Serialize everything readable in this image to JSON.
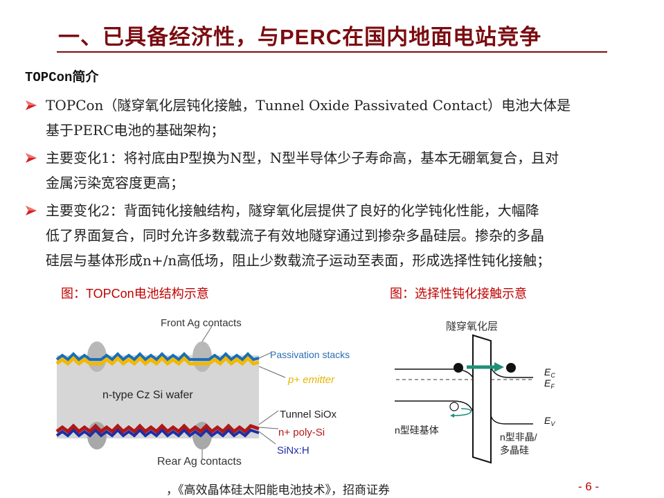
{
  "header": {
    "title": "一、已具备经济性，与PERC在国内地面电站竞争"
  },
  "section": {
    "heading": "TOPCon简介",
    "bullets": [
      {
        "line1": "TOPCon（隧穿氧化层钝化接触，Tunnel Oxide Passivated Contact）电池大体是",
        "line2": "基于PERC电池的基础架构；"
      },
      {
        "line1": "主要变化1：将衬底由P型换为N型，N型半导体少子寿命高，基本无硼氧复合，且对",
        "line2": "金属污染宽容度更高；"
      },
      {
        "line1": "主要变化2：背面钝化接触结构，隧穿氧化层提供了良好的化学钝化性能，大幅降",
        "line2": "低了界面复合，同时允许多数载流子有效地隧穿通过到掺杂多晶硅层。掺杂的多晶",
        "line3": "硅层与基体形成n+/n高低场，阻止少数载流子运动至表面，形成选择性钝化接触；"
      }
    ]
  },
  "figures": {
    "left": {
      "caption": "图：TOPCon电池结构示意",
      "labels": {
        "front_contacts": "Front Ag contacts",
        "passivation": "Passivation stacks",
        "emitter": "p+ emitter",
        "wafer": "n-type Cz Si wafer",
        "tunnel": "Tunnel SiOx",
        "poly": "n+ poly-Si",
        "sinx": "SiNx:H",
        "rear_contacts": "Rear Ag contacts"
      },
      "colors": {
        "passivation": "#1a6fb5",
        "emitter": "#f2b800",
        "wafer": "#d6d6d6",
        "poly": "#b01818",
        "sinx": "#1c2fa8",
        "contact": "#b8b8b8"
      }
    },
    "right": {
      "caption": "图：选择性钝化接触示意",
      "labels": {
        "oxide": "隧穿氧化层",
        "ec": "E",
        "ec_sub": "C",
        "ef": "E",
        "ef_sub": "F",
        "ev": "E",
        "ev_sub": "V",
        "substrate": "n型硅基体",
        "poly1": "n型非晶/",
        "poly2": "多晶硅"
      },
      "colors": {
        "arrow": "#1f8f78"
      }
    }
  },
  "footer": {
    "source": "，《高效晶体硅太阳能电池技术》，招商证券",
    "page": "- 6 -"
  }
}
